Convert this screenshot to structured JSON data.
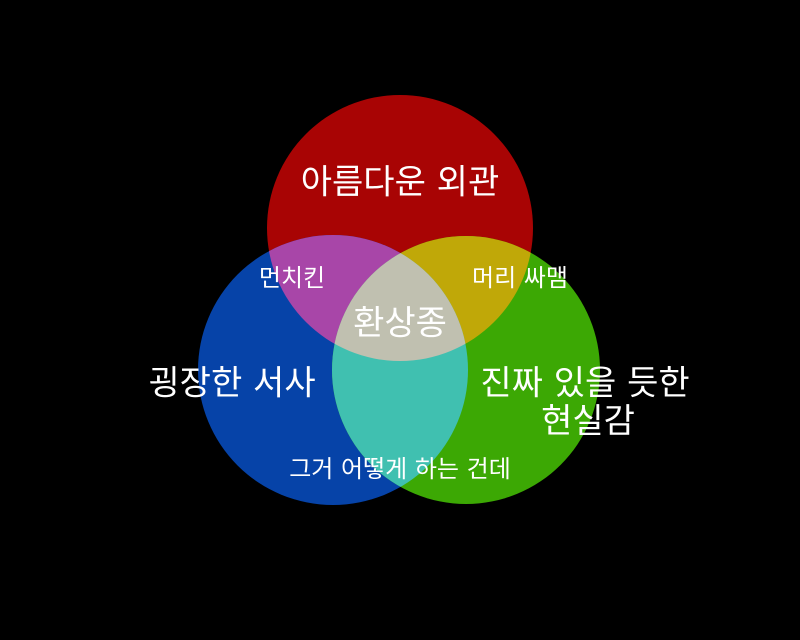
{
  "diagram": {
    "type": "venn",
    "sets": [
      {
        "id": "red",
        "label": "아름다운 외관",
        "color": "#a80404"
      },
      {
        "id": "blue",
        "label": "굉장한 서사",
        "color": "#0643a8"
      },
      {
        "id": "green",
        "label_lines": [
          "진짜 있을 듯한",
          "현실감"
        ],
        "color": "#3ca804"
      }
    ],
    "intersections": {
      "red_blue": {
        "label": "먼치킨",
        "color": "#a846a8"
      },
      "red_green": {
        "label": "머리 싸맴",
        "color": "#c0a808"
      },
      "blue_green": {
        "label": "그거 어떻게 하는 건데",
        "color": "#40c0b0"
      },
      "all": {
        "label": "환상종",
        "color": "#c0c0b0"
      }
    },
    "background": "#000000"
  }
}
